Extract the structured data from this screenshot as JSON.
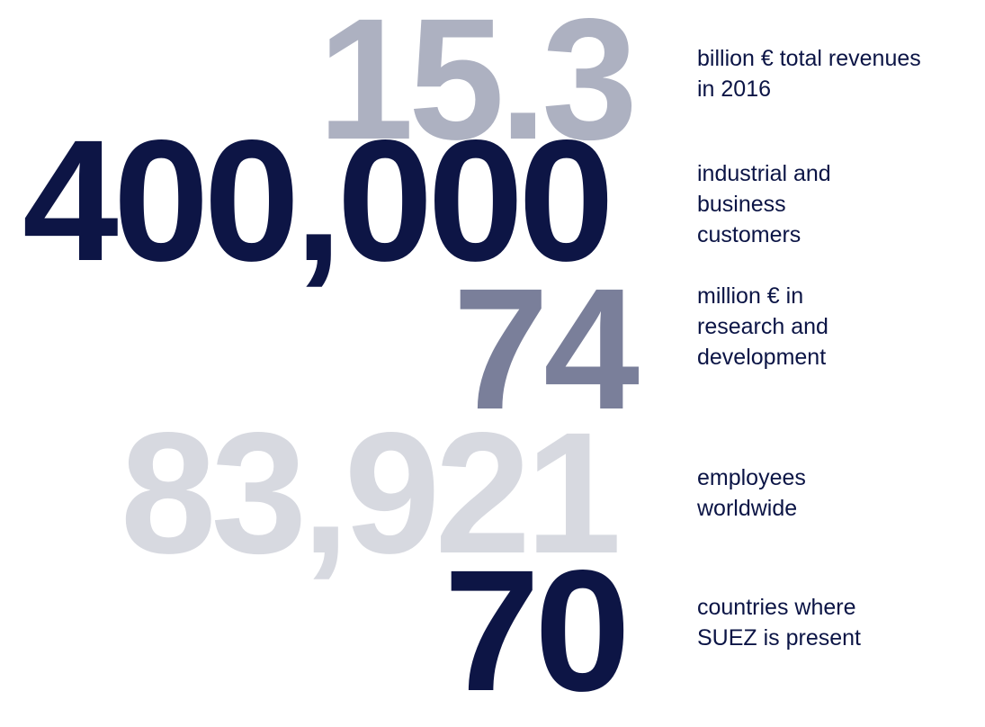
{
  "stats": [
    {
      "number": "15.3",
      "description": "billion € total revenues\nin 2016",
      "color": "#adb1c1"
    },
    {
      "number": "400,000",
      "description": "industrial and\nbusiness\ncustomers",
      "color": "#0d1545"
    },
    {
      "number": "74",
      "description": "million € in\nresearch and\ndevelopment",
      "color": "#7a7f9a"
    },
    {
      "number": "83,921",
      "description": "employees\nworldwide",
      "color": "#d7d9e0"
    },
    {
      "number": "70",
      "description": "countries where\nSUEZ is present",
      "color": "#0d1545"
    }
  ],
  "text_color": "#0b1445"
}
